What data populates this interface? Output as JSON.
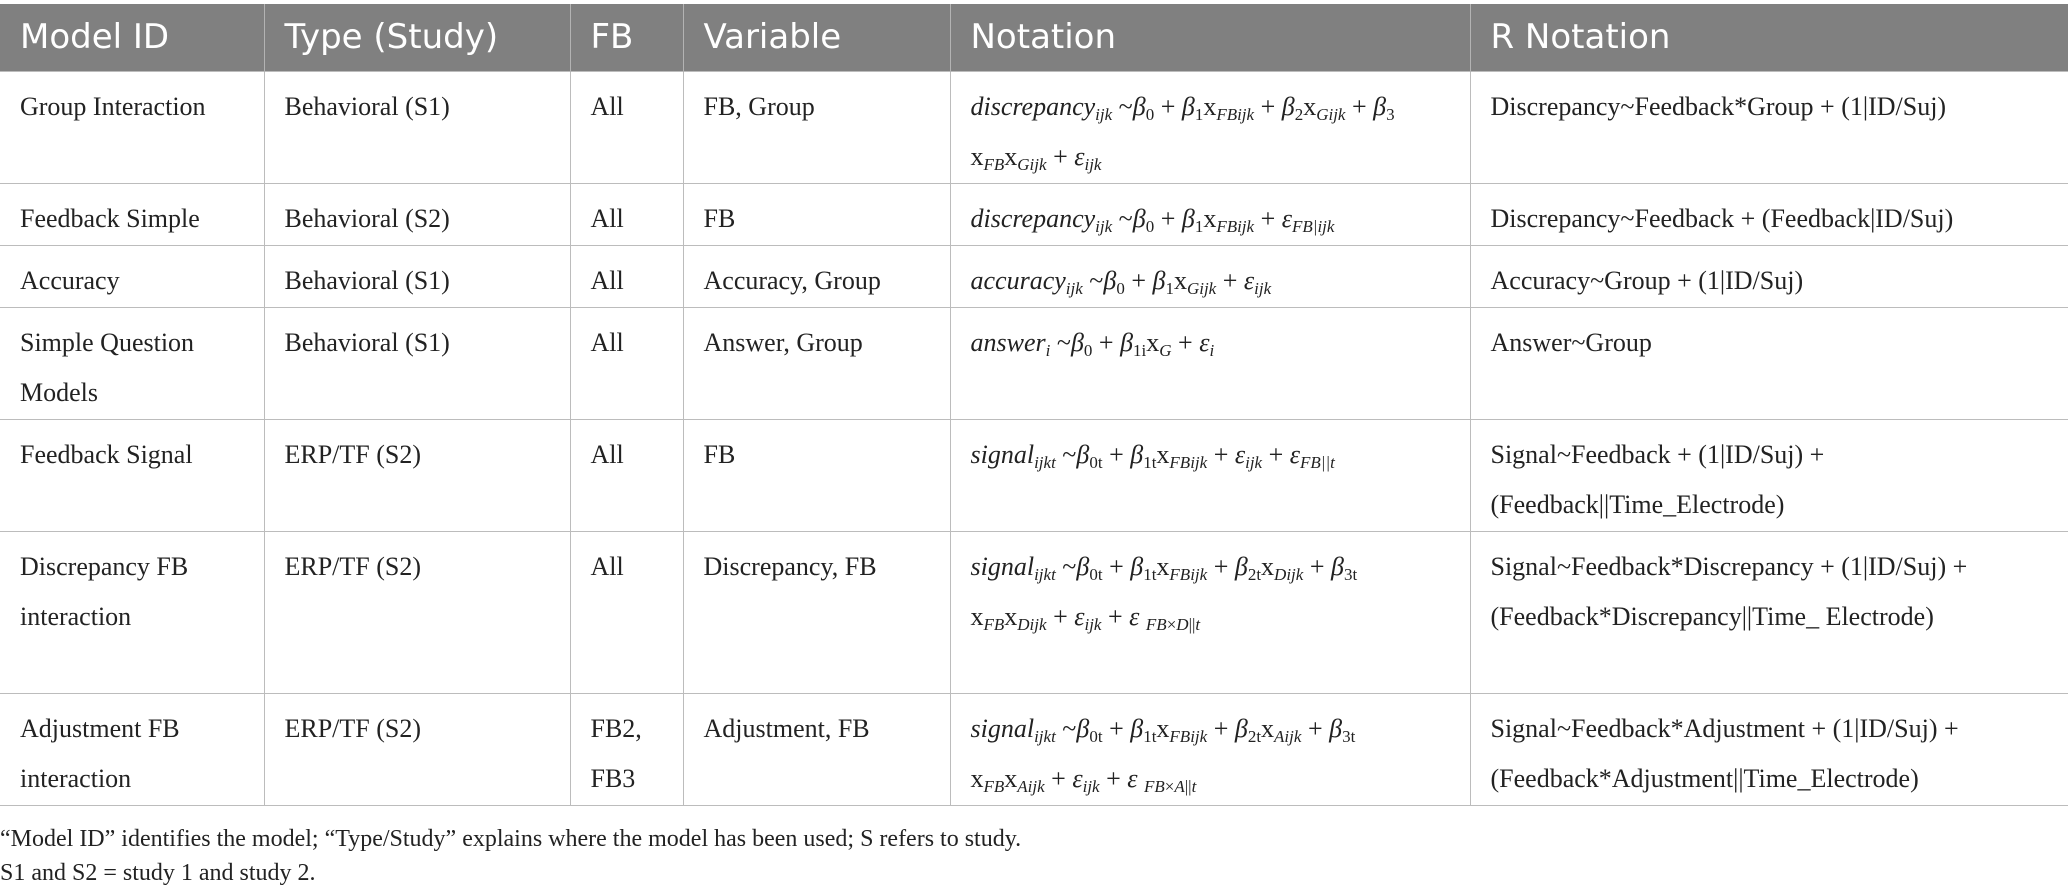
{
  "headers": [
    "Model ID",
    "Type (Study)",
    "FB",
    "Variable",
    "Notation",
    "R Notation"
  ],
  "rows": [
    {
      "model_id": "Group Interaction",
      "type": "Behavioral (S1)",
      "fb": "All",
      "variable": "FB, Group",
      "r_notation": "Discrepancy~Feedback*Group + (1|ID/Suj)"
    },
    {
      "model_id": "Feedback Simple",
      "type": "Behavioral (S2)",
      "fb": "All",
      "variable": "FB",
      "r_notation": "Discrepancy~Feedback + (Feedback|ID/Suj)"
    },
    {
      "model_id": "Accuracy",
      "type": "Behavioral (S1)",
      "fb": "All",
      "variable": "Accuracy, Group",
      "r_notation": "Accuracy~Group + (1|ID/Suj)"
    },
    {
      "model_id": "Simple Question Models",
      "type": "Behavioral (S1)",
      "fb": "All",
      "variable": "Answer, Group",
      "r_notation": "Answer~Group"
    },
    {
      "model_id": "Feedback Signal",
      "type": "ERP/TF (S2)",
      "fb": "All",
      "variable": "FB",
      "r_notation": "Signal~Feedback + (1|ID/Suj) + (Feedback||Time_Electrode)"
    },
    {
      "model_id": "Discrepancy FB interaction",
      "type": "ERP/TF (S2)",
      "fb": "All",
      "variable": "Discrepancy, FB",
      "r_notation": "Signal~Feedback*Discrepancy + (1|ID/Suj) + (Feedback*Discrepancy||Time_ Electrode)"
    },
    {
      "model_id": "Adjustment FB interaction",
      "type": "ERP/TF (S2)",
      "fb": "FB2, FB3",
      "variable": "Adjustment, FB",
      "r_notation": "Signal~Feedback*Adjustment + (1|ID/Suj) + (Feedback*Adjustment||Time_Electrode)"
    }
  ],
  "notation": {
    "discrepancy": "discrepancy",
    "accuracy": "accuracy",
    "answer": "answer",
    "signal": "signal",
    "x": "x",
    "beta": "β",
    "epsilon": "ε",
    "tilde": "~",
    "plus": "+",
    "times": "×",
    "ijk": "ijk",
    "ijkt": "ijkt",
    "i": "i",
    "G": "G",
    "t": "t",
    "b0": "0",
    "b1": "1",
    "b2": "2",
    "b3": "3",
    "b0t": "0t",
    "b1t": "1t",
    "b2t": "2t",
    "b3t": "3t",
    "b1i": "1i",
    "FB": "FB",
    "FBijk": "FBijk",
    "Gijk": "Gijk",
    "Dijk": "Dijk",
    "Aijk": "Aijk",
    "FBbarijk": "FB|ijk",
    "FBbarbar": "FB||",
    "D": "D",
    "A": "A",
    "barbar": "||"
  },
  "footnotes": [
    "“Model ID” identifies the model; “Type/Study” explains where the model has been used; S refers to study.",
    "S1 and S2 = study 1 and study 2."
  ]
}
